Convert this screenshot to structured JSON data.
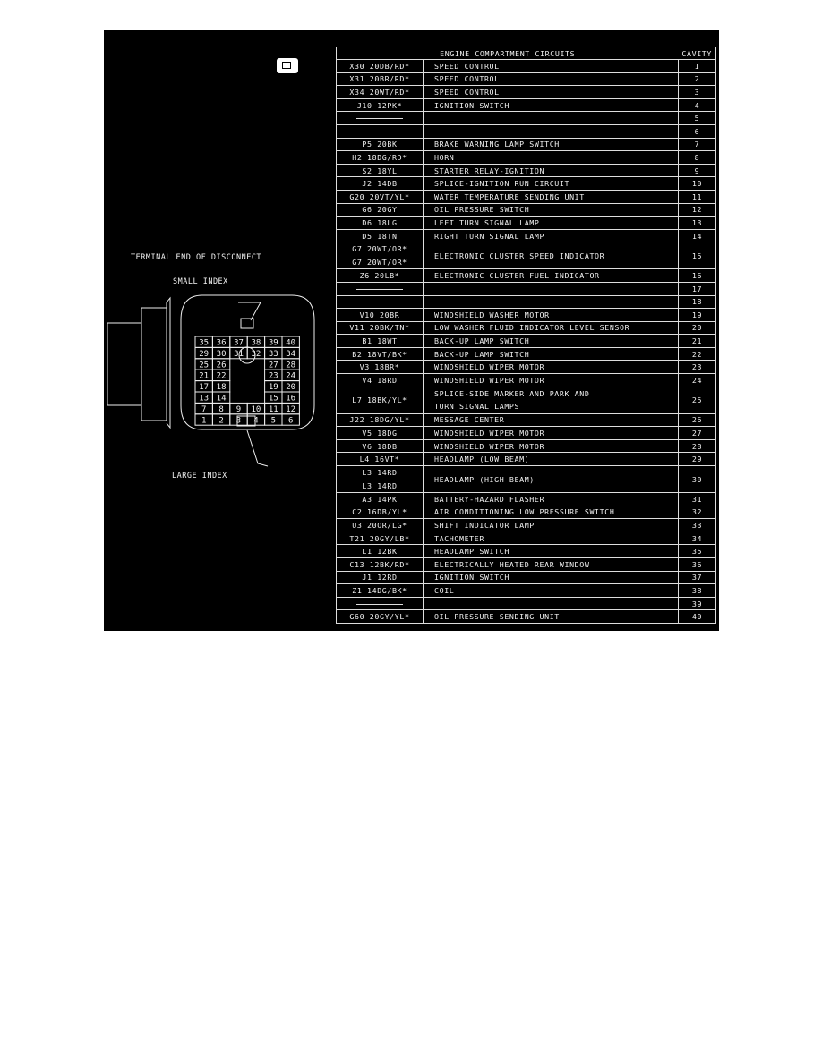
{
  "table": {
    "title": "ENGINE COMPARTMENT CIRCUITS",
    "cavity_header": "CAVITY",
    "rows": [
      {
        "wires": [
          "X30 20DB/RD*"
        ],
        "circuit": "SPEED CONTROL",
        "cavity": "1"
      },
      {
        "wires": [
          "X31 20BR/RD*"
        ],
        "circuit": "SPEED CONTROL",
        "cavity": "2"
      },
      {
        "wires": [
          "X34 20WT/RD*"
        ],
        "circuit": "SPEED CONTROL",
        "cavity": "3"
      },
      {
        "wires": [
          "J10 12PK*"
        ],
        "circuit": "IGNITION SWITCH",
        "cavity": "4"
      },
      {
        "wires": [],
        "circuit": "",
        "cavity": "5"
      },
      {
        "wires": [],
        "circuit": "",
        "cavity": "6"
      },
      {
        "wires": [
          "P5 20BK"
        ],
        "circuit": "BRAKE WARNING LAMP SWITCH",
        "cavity": "7"
      },
      {
        "wires": [
          "H2 18DG/RD*"
        ],
        "circuit": "HORN",
        "cavity": "8"
      },
      {
        "wires": [
          "S2 18YL"
        ],
        "circuit": "STARTER RELAY-IGNITION",
        "cavity": "9"
      },
      {
        "wires": [
          "J2 14DB"
        ],
        "circuit": "SPLICE-IGNITION RUN CIRCUIT",
        "cavity": "10"
      },
      {
        "wires": [
          "G20 20VT/YL*"
        ],
        "circuit": "WATER TEMPERATURE SENDING UNIT",
        "cavity": "11"
      },
      {
        "wires": [
          "G6 20GY"
        ],
        "circuit": "OIL PRESSURE SWITCH",
        "cavity": "12"
      },
      {
        "wires": [
          "D6 18LG"
        ],
        "circuit": "LEFT TURN SIGNAL LAMP",
        "cavity": "13"
      },
      {
        "wires": [
          "D5 18TN"
        ],
        "circuit": "RIGHT TURN SIGNAL LAMP",
        "cavity": "14"
      },
      {
        "wires": [
          "G7 20WT/OR*",
          "G7 20WT/OR*"
        ],
        "circuit": "ELECTRONIC CLUSTER SPEED INDICATOR",
        "cavity": "15"
      },
      {
        "wires": [
          "Z6 20LB*"
        ],
        "circuit": "ELECTRONIC CLUSTER FUEL INDICATOR",
        "cavity": "16"
      },
      {
        "wires": [],
        "circuit": "",
        "cavity": "17"
      },
      {
        "wires": [],
        "circuit": "",
        "cavity": "18"
      },
      {
        "wires": [
          "V10 20BR"
        ],
        "circuit": "WINDSHIELD WASHER MOTOR",
        "cavity": "19"
      },
      {
        "wires": [
          "V11 20BK/TN*"
        ],
        "circuit": "LOW WASHER FLUID INDICATOR LEVEL SENSOR",
        "cavity": "20"
      },
      {
        "wires": [
          "B1 18WT"
        ],
        "circuit": "BACK-UP LAMP SWITCH",
        "cavity": "21"
      },
      {
        "wires": [
          "B2 18VT/BK*"
        ],
        "circuit": "BACK-UP LAMP SWITCH",
        "cavity": "22"
      },
      {
        "wires": [
          "V3 18BR*"
        ],
        "circuit": "WINDSHIELD WIPER MOTOR",
        "cavity": "23"
      },
      {
        "wires": [
          "V4 18RD"
        ],
        "circuit": "WINDSHIELD WIPER MOTOR",
        "cavity": "24"
      },
      {
        "wires": [
          "L7 18BK/YL*"
        ],
        "circuit": "SPLICE-SIDE MARKER AND PARK AND",
        "circuit2": "TURN SIGNAL LAMPS",
        "cavity": "25"
      },
      {
        "wires": [
          "J22 18DG/YL*"
        ],
        "circuit": "MESSAGE CENTER",
        "cavity": "26"
      },
      {
        "wires": [
          "V5 18DG"
        ],
        "circuit": "WINDSHIELD WIPER MOTOR",
        "cavity": "27"
      },
      {
        "wires": [
          "V6 18DB"
        ],
        "circuit": "WINDSHIELD WIPER MOTOR",
        "cavity": "28"
      },
      {
        "wires": [
          "L4 16VT*"
        ],
        "circuit": "HEADLAMP (LOW BEAM)",
        "cavity": "29"
      },
      {
        "wires": [
          "L3 14RD",
          "L3 14RD"
        ],
        "circuit": "HEADLAMP (HIGH BEAM)",
        "cavity": "30"
      },
      {
        "wires": [
          "A3 14PK"
        ],
        "circuit": "BATTERY-HAZARD FLASHER",
        "cavity": "31"
      },
      {
        "wires": [
          "C2 16DB/YL*"
        ],
        "circuit": "AIR CONDITIONING LOW PRESSURE SWITCH",
        "cavity": "32"
      },
      {
        "wires": [
          "U3 20OR/LG*"
        ],
        "circuit": "SHIFT INDICATOR LAMP",
        "cavity": "33"
      },
      {
        "wires": [
          "T21 20GY/LB*"
        ],
        "circuit": "TACHOMETER",
        "cavity": "34"
      },
      {
        "wires": [
          "L1 12BK"
        ],
        "circuit": "HEADLAMP SWITCH",
        "cavity": "35"
      },
      {
        "wires": [
          "C13 12BK/RD*"
        ],
        "circuit": "ELECTRICALLY HEATED REAR WINDOW",
        "cavity": "36"
      },
      {
        "wires": [
          "J1 12RD"
        ],
        "circuit": "IGNITION SWITCH",
        "cavity": "37"
      },
      {
        "wires": [
          "Z1 14DG/BK*"
        ],
        "circuit": "COIL",
        "cavity": "38"
      },
      {
        "wires": [],
        "circuit": "",
        "cavity": "39"
      },
      {
        "wires": [
          "G60 20GY/YL*"
        ],
        "circuit": "OIL PRESSURE SENDING UNIT",
        "cavity": "40"
      }
    ]
  },
  "connector": {
    "title": "TERMINAL END OF DISCONNECT",
    "small_index_label": "SMALL INDEX",
    "large_index_label": "LARGE INDEX",
    "reference_icon": "connector-view-icon",
    "grid": [
      [
        "35",
        "36",
        "37",
        "38",
        "39",
        "40"
      ],
      [
        "29",
        "30",
        "31",
        "32",
        "33",
        "34"
      ],
      [
        "25",
        "26",
        null,
        null,
        "27",
        "28"
      ],
      [
        "21",
        "22",
        null,
        null,
        "23",
        "24"
      ],
      [
        "17",
        "18",
        null,
        null,
        "19",
        "20"
      ],
      [
        "13",
        "14",
        null,
        null,
        "15",
        "16"
      ],
      [
        "7",
        "8",
        "9",
        "10",
        "11",
        "12"
      ],
      [
        "1",
        "2",
        "3",
        "4",
        "5",
        "6"
      ]
    ]
  },
  "colors": {
    "background": "#000000",
    "line": "#f2f2f2"
  }
}
